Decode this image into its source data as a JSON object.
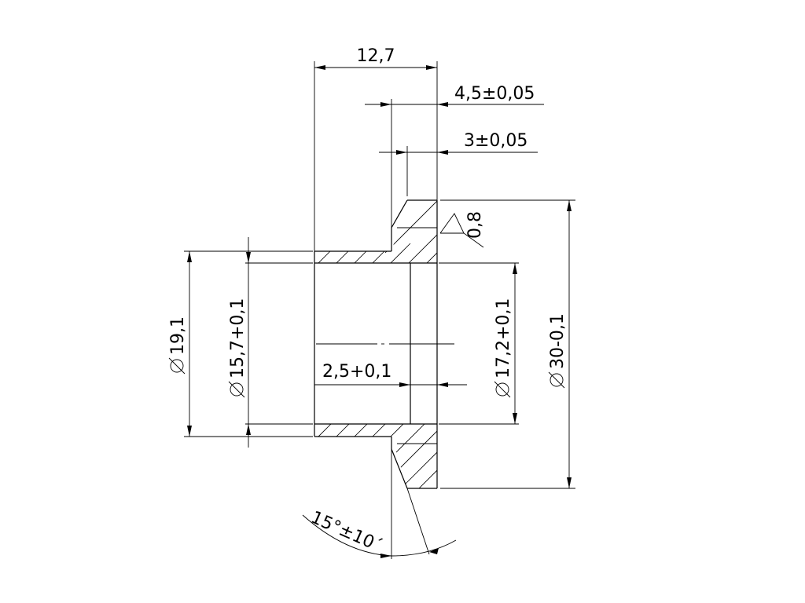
{
  "dimensions": {
    "overall_length": "12,7",
    "depth_outer": "4,5±0,05",
    "depth_inner": "3±0,05",
    "surface_finish": "0,8",
    "dia_19_1": "19,1",
    "dia_15_7": "15,7+0,1",
    "dia_17_2": "17,2+0,1",
    "dia_30": "30-0,1",
    "counterbore_depth": "2,5+0,1",
    "chamfer_angle": "15°±10´"
  },
  "symbols": {
    "diameter": "diameter-symbol",
    "surface": "surface-roughness-symbol"
  }
}
